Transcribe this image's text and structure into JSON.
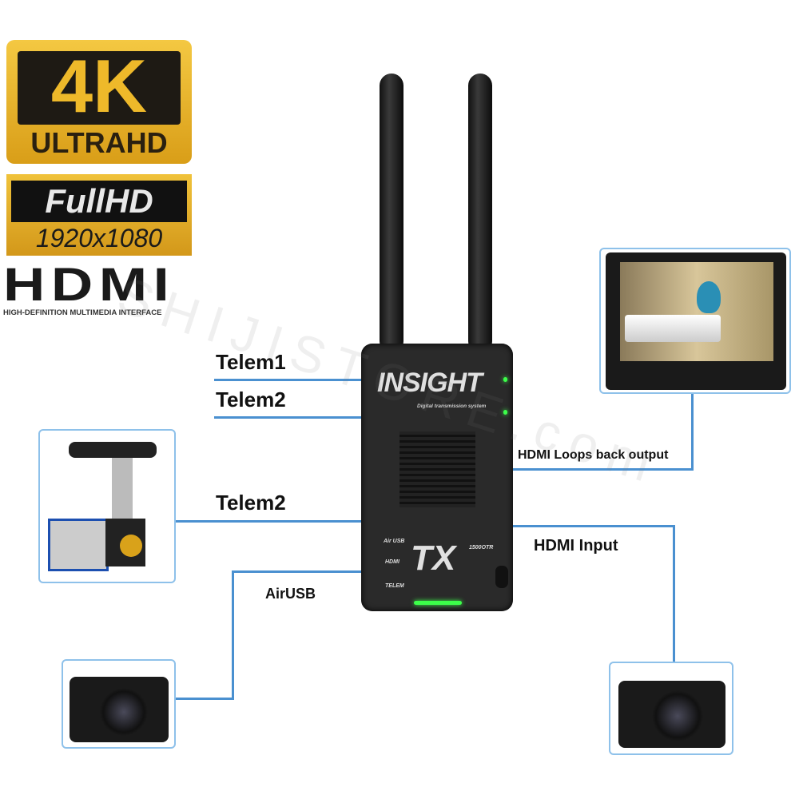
{
  "badges": {
    "uhd": {
      "big": "4K",
      "sub": "ULTRAHD"
    },
    "fullhd": {
      "title": "FullHD",
      "res": "1920x1080"
    },
    "hdmi": {
      "logo": "HDMI",
      "tagline": "HIGH-DEFINITION MULTIMEDIA INTERFACE"
    }
  },
  "device": {
    "brand": "INSIGHT",
    "tagline": "Digital transmission system",
    "model": "TX",
    "code": "1500OTR",
    "ports": [
      "Air USB",
      "HDMI",
      "TELEM"
    ]
  },
  "labels": {
    "telem1": "Telem1",
    "telem2_top": "Telem2",
    "telem2_bottom": "Telem2",
    "airusb": "AirUSB",
    "hdmi_loop": "HDMI Loops back output",
    "hdmi_input": "HDMI Input"
  },
  "watermark": "SHIJISTORE.com",
  "colors": {
    "line": "#4a90d0",
    "box_border": "#8ec1ea",
    "gold": "#e5b32a",
    "led": "#3cff4a"
  }
}
